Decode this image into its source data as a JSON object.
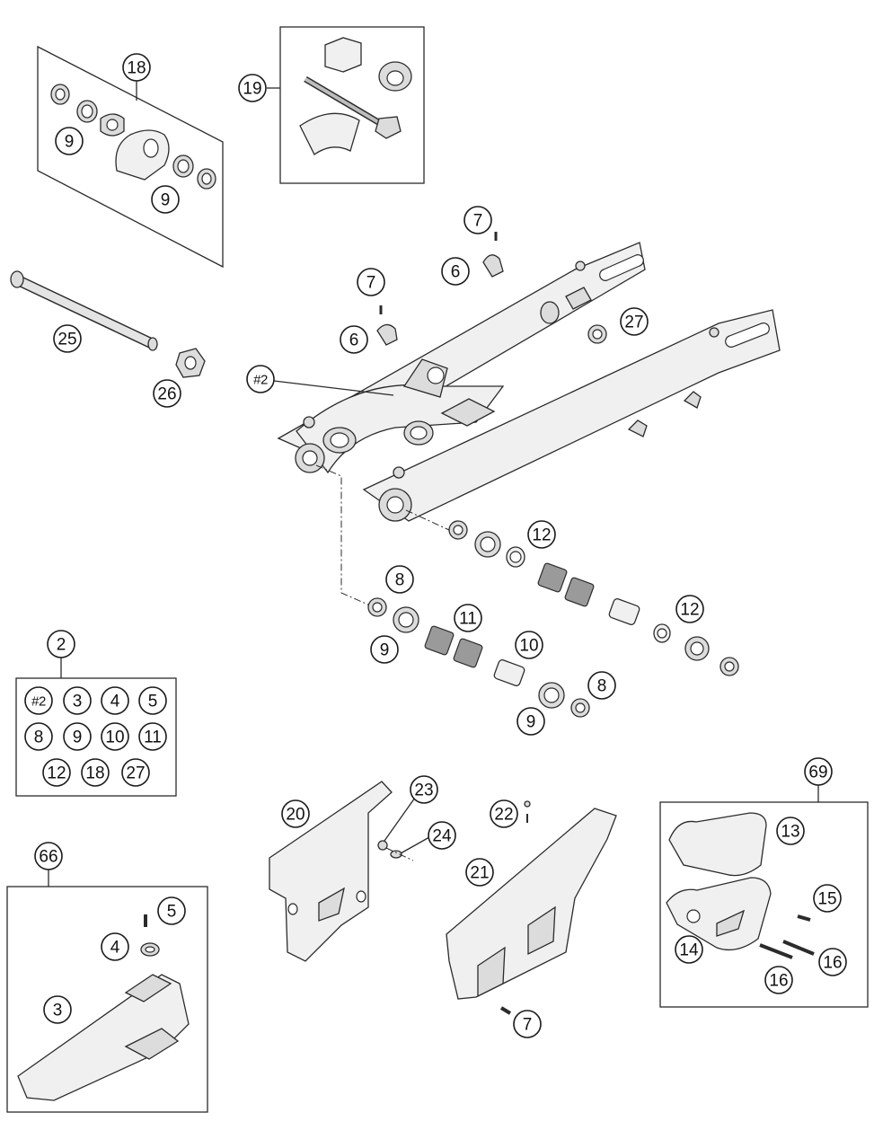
{
  "callouts": {
    "c18": "18",
    "c19": "19",
    "c9a": "9",
    "c9b": "9",
    "c7a": "7",
    "c6a": "6",
    "c7b": "7",
    "c6b": "6",
    "c27a": "27",
    "c25": "25",
    "c26": "26",
    "c2hash": "#2",
    "c12a": "12",
    "c8a": "8",
    "c11": "11",
    "c9c": "9",
    "c10": "10",
    "c12b": "12",
    "c8b": "8",
    "c9d": "9",
    "c2": "2",
    "kit": {
      "r1": [
        "#2",
        "3",
        "4",
        "5"
      ],
      "r2": [
        "8",
        "9",
        "10",
        "11"
      ],
      "r3": [
        "12",
        "18",
        "27"
      ]
    },
    "c66": "66",
    "c5": "5",
    "c4": "4",
    "c3": "3",
    "c20": "20",
    "c23": "23",
    "c24": "24",
    "c22": "22",
    "c21": "21",
    "c7c": "7",
    "c69": "69",
    "c13": "13",
    "c15": "15",
    "c14": "14",
    "c16a": "16",
    "c16b": "16"
  }
}
